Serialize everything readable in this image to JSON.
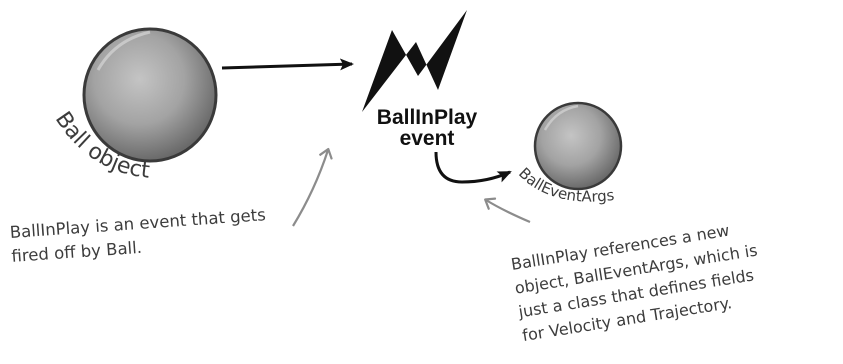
{
  "ball_object": {
    "label": "Ball object"
  },
  "event": {
    "name": "BallInPlay",
    "kind": "event"
  },
  "ball_event_args": {
    "label": "BallEventArgs"
  },
  "annotations": {
    "event_note": [
      "BallInPlay is an event that gets",
      "fired off by Ball."
    ],
    "args_note": [
      "BallInPlay references a new",
      "object, BallEventArgs, which is",
      "just a class that defines fields",
      "for Velocity and Trajectory."
    ]
  },
  "colors": {
    "ink": "#111111",
    "annotation_ink": "#3c3c3c",
    "arrow_gray": "#8c8c8c",
    "sphere_light": "#b8b8b8",
    "sphere_dark": "#6a6a6a"
  },
  "icons": {
    "event_symbol": "lightning-bolt-icon"
  }
}
